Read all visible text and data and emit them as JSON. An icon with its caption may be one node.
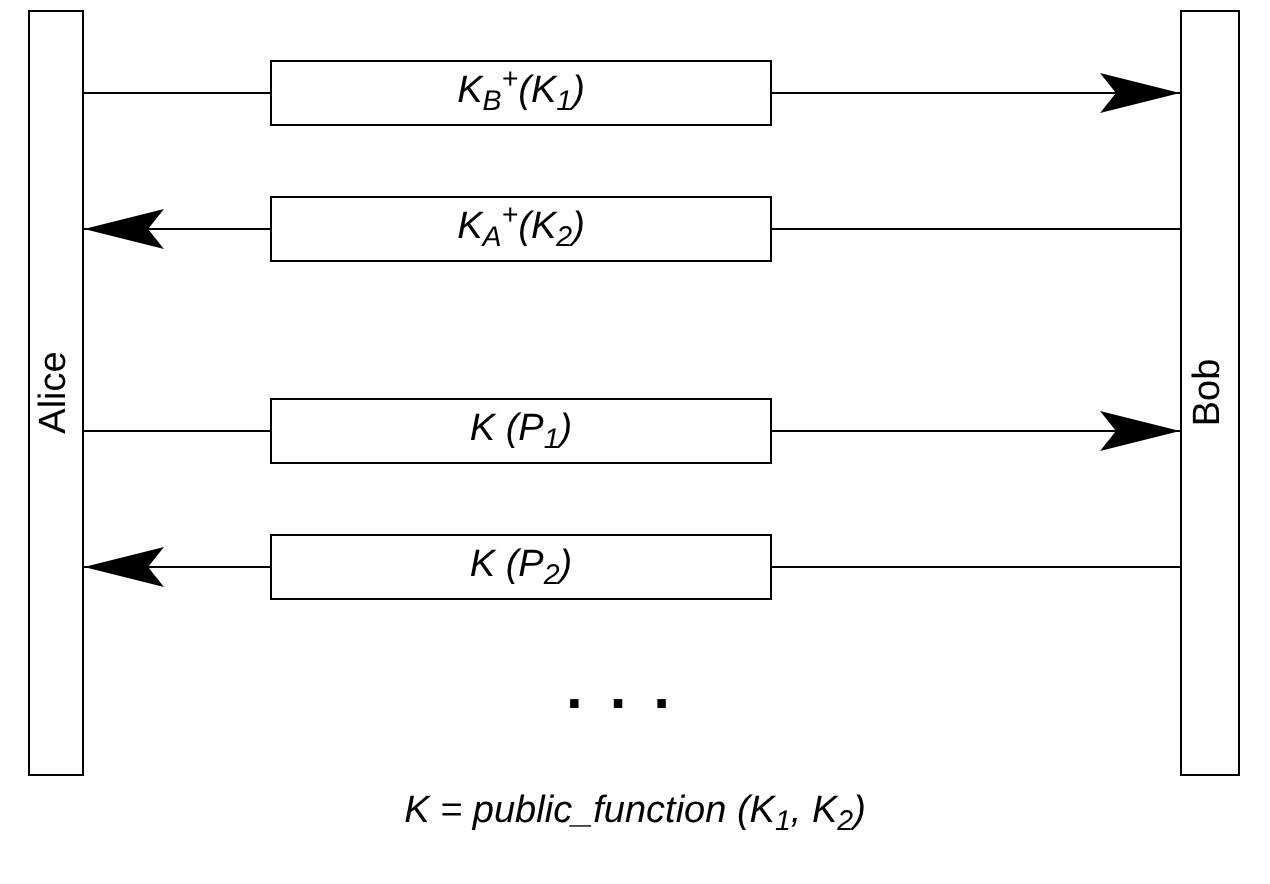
{
  "diagram": {
    "caption": "K = public_function (K$_{1}$, K$_{2}$)",
    "nodes": [
      {
        "text": [
          "Alice"
        ]
      },
      {
        "text": [
          "Bob"
        ]
      },
      {
        "text": [
          "K$_{B}$$^{+}$(K$_{1}$)"
        ]
      },
      {
        "text": [
          "K$_{A}$$^{+}$(K$_{2}$)"
        ]
      },
      {
        "text": [
          "K (P$_{1}$)"
        ]
      },
      {
        "text": [
          "K (P$_{2}$)"
        ]
      }
    ],
    "edges": [
      {
        "from": 0,
        "to": 2,
        "arrow": "none"
      },
      {
        "from": 2,
        "to": 1,
        "arrow": "to"
      },
      {
        "from": 1,
        "to": 3,
        "arrow": "none"
      },
      {
        "from": 3,
        "to": 0,
        "arrow": "to"
      },
      {
        "from": 0,
        "to": 4,
        "arrow": "none"
      },
      {
        "from": 4,
        "to": 1,
        "arrow": "to"
      },
      {
        "from": 1,
        "to": 5,
        "arrow": "none"
      },
      {
        "from": 5,
        "to": 0,
        "arrow": "to"
      }
    ],
    "labels": [
      "..."
    ]
  }
}
